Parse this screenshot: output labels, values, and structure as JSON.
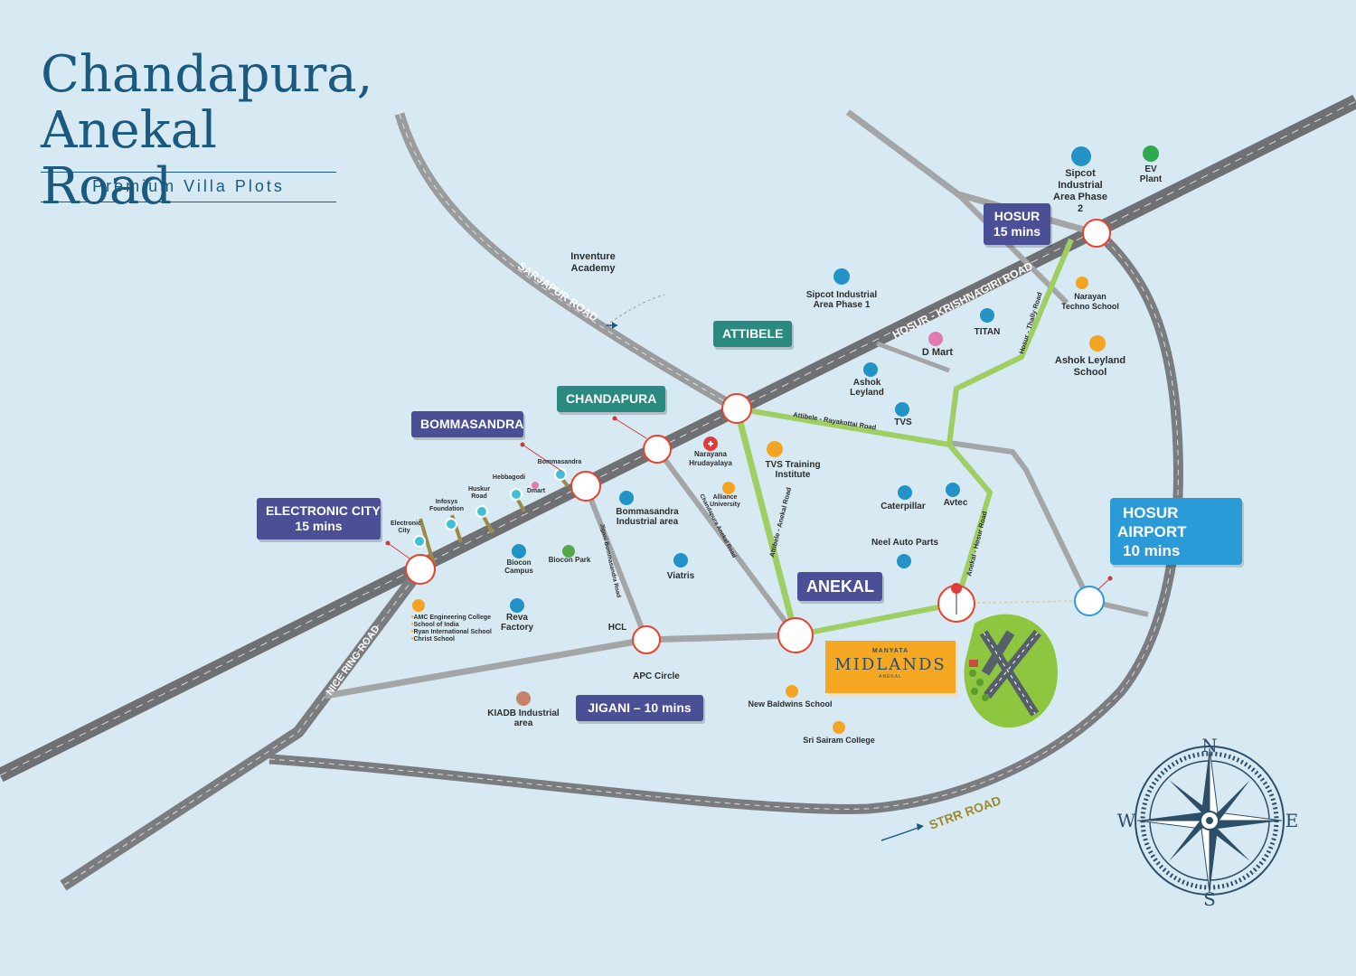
{
  "title": {
    "line1": "Chandapura,",
    "line2": "Anekal Road",
    "subtitle": "Premium Villa Plots"
  },
  "roads": {
    "sarjapur": "SARJAPUR ROAD",
    "hosur_krishnagiri": "HOSUR - KRISHNAGIRI ROAD",
    "nice_ring": "NICE RING ROAD",
    "strr": "STRR ROAD",
    "attibele_rayakottai": "Attibele - Rayakottai Road",
    "attibele_anekal": "Attibele - Anekal Road",
    "anekal_hosur": "Anekal - Hosur Road",
    "hosur_thally": "Hosur - Thally Road",
    "chandapura_anekal": "Chandapura Anekal Road",
    "jigani_bommasandra": "Jigani Bommasandra Road"
  },
  "badges": {
    "hosur": {
      "line1": "HOSUR",
      "line2": "15 mins"
    },
    "attibele": "ATTIBELE",
    "chandapura": "CHANDAPURA",
    "bommasandra": "BOMMASANDRA",
    "electronic_city": {
      "line1": "ELECTRONIC CITY",
      "line2": "15 mins"
    },
    "anekal": "ANEKAL",
    "jigani": "JIGANI – 10 mins",
    "hosur_airport": {
      "line1": "HOSUR",
      "line2": "AIRPORT",
      "line3": "10 mins"
    }
  },
  "places": {
    "sipcot2": "Sipcot Industrial Area Phase 2",
    "ev_plant": "EV Plant",
    "inventure": "Inventure Academy",
    "sipcot1": "Sipcot Industrial Area Phase 1",
    "narayan_techno": "Narayan Techno School",
    "titan": "TITAN",
    "dmart": "D Mart",
    "ashok_leyland_school": "Ashok Leyland School",
    "ashok_leyland": "Ashok Leyland",
    "tvs": "TVS",
    "narayana": "Narayana Hrudayalaya",
    "tvs_training": "TVS Training Institute",
    "alliance": "Alliance University",
    "bommasandra_ind": "Bommasandra Industrial area",
    "caterpillar": "Caterpillar",
    "avtec": "Avtec",
    "neel": "Neel Auto Parts",
    "biocon_campus": "Biocon Campus",
    "biocon_park": "Biocon Park",
    "viatris": "Viatris",
    "reva": "Reva Factory",
    "hcl": "HCL",
    "apc": "APC Circle",
    "kiadb": "KIADB Industrial area",
    "new_baldwins": "New Baldwins School",
    "sri_sairam": "Sri Sairam College",
    "metro_ec": "Electronic City",
    "metro_infosys": "Infosys Foundation",
    "metro_huskur": "Huskur Road",
    "metro_hebbagodi": "Hebbagodi",
    "metro_dmart": "Dmart",
    "metro_bommasandra": "Bommasandra"
  },
  "schools_list": [
    "AMC Engineering College",
    "School of India",
    "Ryan International School",
    "Christ School"
  ],
  "brand": {
    "top": "MANYATA",
    "name": "MIDLANDS",
    "sub": "ANEKAL"
  },
  "compass": {
    "n": "N",
    "s": "S",
    "e": "E",
    "w": "W"
  },
  "colors": {
    "background": "#d7eaf3",
    "road": "#8b8c8e",
    "green_road": "#9fce63",
    "accent": "#f7a823",
    "purple_badge": "#4a4f96",
    "teal_badge": "#2a8a80",
    "airport": "#2a9bd6"
  }
}
